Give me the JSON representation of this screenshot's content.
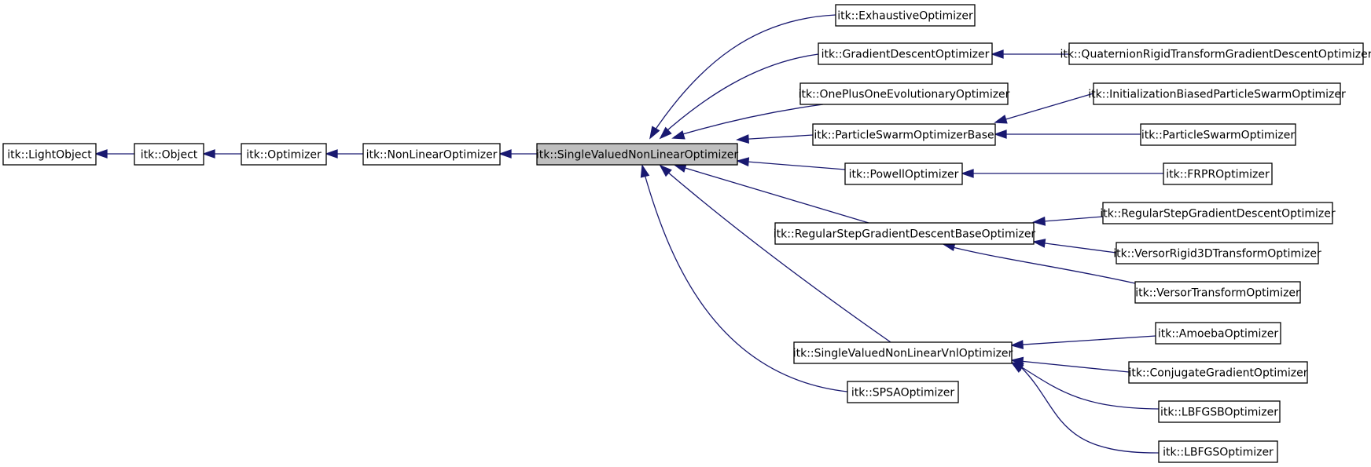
{
  "diagram": {
    "current": "itk::SingleValuedNonLinearOptimizer",
    "nodes": [
      {
        "id": "lightobject",
        "label": "itk::LightObject"
      },
      {
        "id": "object",
        "label": "itk::Object"
      },
      {
        "id": "optimizer",
        "label": "itk::Optimizer"
      },
      {
        "id": "nonlinear",
        "label": "itk::NonLinearOptimizer"
      },
      {
        "id": "svnlo",
        "label": "itk::SingleValuedNonLinearOptimizer"
      },
      {
        "id": "exhaustive",
        "label": "itk::ExhaustiveOptimizer"
      },
      {
        "id": "gradientdescent",
        "label": "itk::GradientDescentOptimizer"
      },
      {
        "id": "quaternion",
        "label": "itk::QuaternionRigidTransformGradientDescentOptimizer"
      },
      {
        "id": "oneplusone",
        "label": "itk::OnePlusOneEvolutionaryOptimizer"
      },
      {
        "id": "initbiased",
        "label": "itk::InitializationBiasedParticleSwarmOptimizer"
      },
      {
        "id": "psobase",
        "label": "itk::ParticleSwarmOptimizerBase"
      },
      {
        "id": "pso",
        "label": "itk::ParticleSwarmOptimizer"
      },
      {
        "id": "powell",
        "label": "itk::PowellOptimizer"
      },
      {
        "id": "frpr",
        "label": "itk::FRPROptimizer"
      },
      {
        "id": "rsgdbase",
        "label": "itk::RegularStepGradientDescentBaseOptimizer"
      },
      {
        "id": "rsgd",
        "label": "itk::RegularStepGradientDescentOptimizer"
      },
      {
        "id": "versorrigid",
        "label": "itk::VersorRigid3DTransformOptimizer"
      },
      {
        "id": "versor",
        "label": "itk::VersorTransformOptimizer"
      },
      {
        "id": "vnl",
        "label": "itk::SingleValuedNonLinearVnlOptimizer"
      },
      {
        "id": "amoeba",
        "label": "itk::AmoebaOptimizer"
      },
      {
        "id": "conjugate",
        "label": "itk::ConjugateGradientOptimizer"
      },
      {
        "id": "lbfgsb",
        "label": "itk::LBFGSBOptimizer"
      },
      {
        "id": "lbfgs",
        "label": "itk::LBFGSOptimizer"
      },
      {
        "id": "spsa",
        "label": "itk::SPSAOptimizer"
      }
    ],
    "edges": [
      {
        "from": "object",
        "to": "lightobject"
      },
      {
        "from": "optimizer",
        "to": "object"
      },
      {
        "from": "nonlinear",
        "to": "optimizer"
      },
      {
        "from": "svnlo",
        "to": "nonlinear"
      },
      {
        "from": "exhaustive",
        "to": "svnlo"
      },
      {
        "from": "gradientdescent",
        "to": "svnlo"
      },
      {
        "from": "oneplusone",
        "to": "svnlo"
      },
      {
        "from": "psobase",
        "to": "svnlo"
      },
      {
        "from": "powell",
        "to": "svnlo"
      },
      {
        "from": "rsgdbase",
        "to": "svnlo"
      },
      {
        "from": "vnl",
        "to": "svnlo"
      },
      {
        "from": "spsa",
        "to": "svnlo"
      },
      {
        "from": "quaternion",
        "to": "gradientdescent"
      },
      {
        "from": "initbiased",
        "to": "psobase"
      },
      {
        "from": "pso",
        "to": "psobase"
      },
      {
        "from": "frpr",
        "to": "powell"
      },
      {
        "from": "rsgd",
        "to": "rsgdbase"
      },
      {
        "from": "versorrigid",
        "to": "rsgdbase"
      },
      {
        "from": "versor",
        "to": "rsgdbase"
      },
      {
        "from": "amoeba",
        "to": "vnl"
      },
      {
        "from": "conjugate",
        "to": "vnl"
      },
      {
        "from": "lbfgsb",
        "to": "vnl"
      },
      {
        "from": "lbfgs",
        "to": "vnl"
      }
    ]
  }
}
